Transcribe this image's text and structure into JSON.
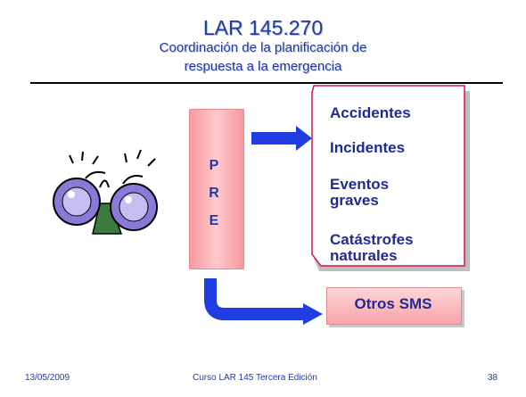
{
  "slide": {
    "title": "LAR 145.270",
    "subtitle_line1": "Coordinación de la planificación de",
    "subtitle_line2": "respuesta a la emergencia",
    "pre_letters": [
      "P",
      "R",
      "E"
    ],
    "items": [
      "Accidentes",
      "Incidentes",
      "Eventos",
      "graves",
      "Catástrofes",
      "naturales"
    ],
    "otros": "Otros SMS"
  },
  "footer": {
    "date": "13/05/2009",
    "course": "Curso LAR 145 Tercera Edición",
    "page": "38"
  },
  "colors": {
    "title": "#1f3aa8",
    "box_fill": "#f7a4a8",
    "arrow": "#1f3de0",
    "item_text": "#1f2b94"
  }
}
